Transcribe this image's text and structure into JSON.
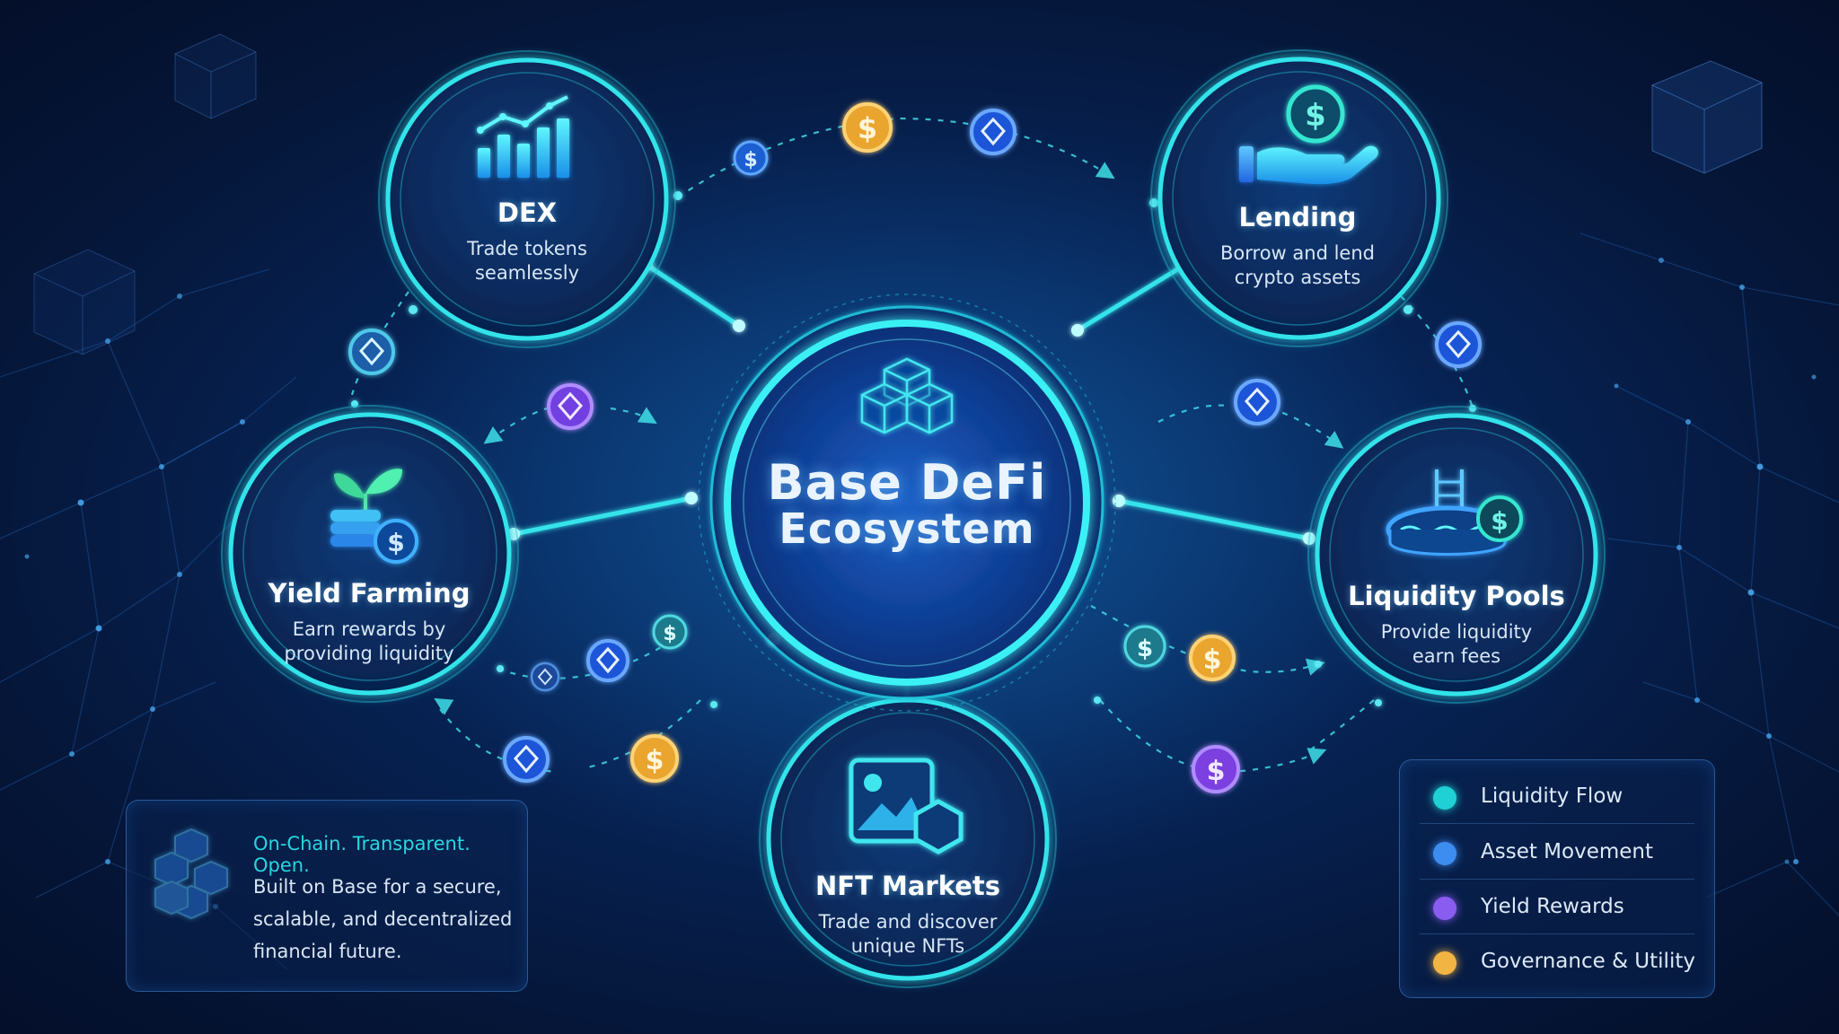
{
  "hub": {
    "title_line1": "Base DeFi",
    "title_line2": "Ecosystem",
    "icon": "cubes-icon"
  },
  "nodes": [
    {
      "id": "dex",
      "title": "DEX",
      "description_lines": [
        "Trade tokens",
        "seamlessly"
      ],
      "icon": "bar-chart-icon"
    },
    {
      "id": "lending",
      "title": "Lending",
      "description_lines": [
        "Borrow and lend",
        "crypto assets"
      ],
      "icon": "hand-coin-icon"
    },
    {
      "id": "yield-farming",
      "title": "Yield Farming",
      "description_lines": [
        "Earn rewards by",
        "providing liquidity"
      ],
      "icon": "sprout-coins-icon"
    },
    {
      "id": "liquidity-pools",
      "title": "Liquidity Pools",
      "description_lines": [
        "Provide liquidity",
        "earn fees"
      ],
      "icon": "pool-icon"
    },
    {
      "id": "nft-markets",
      "title": "NFT Markets",
      "description_lines": [
        "Trade and discover",
        "unique NFTs"
      ],
      "icon": "image-hexagon-icon"
    }
  ],
  "info_panel": {
    "headline": "On-Chain. Transparent. Open.",
    "body_lines": [
      "Built on Base for a secure,",
      "scalable, and decentralized",
      "financial future."
    ],
    "icon": "blocks-icon"
  },
  "legend": [
    {
      "label": "Liquidity Flow",
      "color": "#1fd0d4"
    },
    {
      "label": "Asset Movement",
      "color": "#3d8df0"
    },
    {
      "label": "Yield Rewards",
      "color": "#8a5cf0"
    },
    {
      "label": "Governance & Utility",
      "color": "#f2b544"
    }
  ],
  "token_symbols": {
    "dollar": "$"
  },
  "colors": {
    "ring": "#29e0e6",
    "purple_token": "#8a5cf0",
    "blue_token": "#2f73e6",
    "gold_token": "#f2b544",
    "teal_token": "#1a8a9a"
  }
}
